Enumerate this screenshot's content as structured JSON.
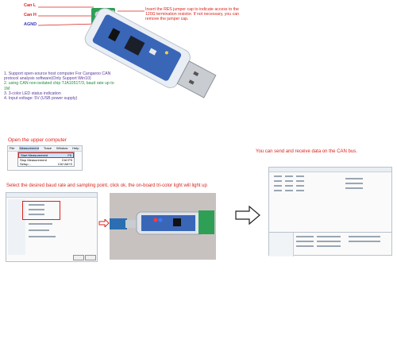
{
  "usb_product": {
    "pins": {
      "can_l": "Can L",
      "can_h": "Can H",
      "agnd": "AGND"
    },
    "note_res_jumper": "Insert the RES jumper cap to indicate access to the 120Ω termination resistor. If not necessary, you can remove the jumper cap.",
    "features": [
      "1. Support open-source host computer For Cangaroo CAN protocol analysis software(Only Support Win10)",
      "2. using CAN non-isolated chip TJA1051T/3, baud rate up to 1M",
      "3. 3-color LED status indication",
      "4. Input voltage: 5V (USB power supply)"
    ],
    "colors": {
      "board": "#3a66b8",
      "terminal": "#2f9f55",
      "usb_metal": "#c9ccd1"
    }
  },
  "steps": {
    "open_upper_computer": "Open the upper computer",
    "select_baud": "Select the desired baud rate and sampling point, click ok, the on-board tri-color light will light up",
    "send_receive": "You can send and receive data on the CAN bus."
  },
  "menu_screenshot": {
    "menubar_items": [
      "File",
      "Measurement",
      "Trace",
      "Window",
      "Help"
    ],
    "dropdown_items": [
      {
        "label": "Start Measurement",
        "shortcut": "F5"
      },
      {
        "label": "Stop Measurement",
        "shortcut": "Ctrl+F5"
      },
      {
        "label": "Setup...",
        "shortcut": "Ctrl+Alt+S"
      }
    ]
  },
  "icons": {
    "right_arrow": "right-arrow-icon",
    "small_arrow": "small-right-arrow-icon"
  }
}
